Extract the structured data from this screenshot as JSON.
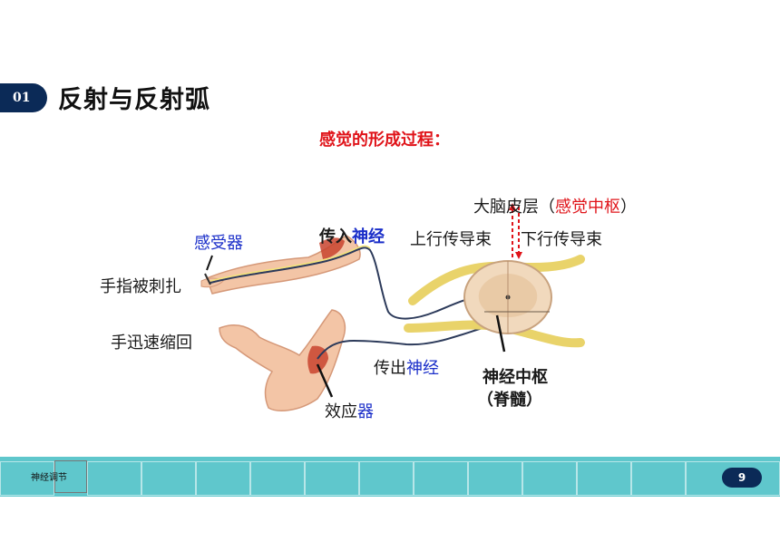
{
  "header": {
    "section_number": "01",
    "title": "反射与反射弧"
  },
  "diagram": {
    "subtitle": "感觉的形成过程：",
    "labels": {
      "cortex_prefix": "大脑皮层（",
      "cortex_center": "感觉中枢",
      "cortex_suffix": "）",
      "ascending_tract": "上行传导束",
      "descending_tract": "下行传导束",
      "receptor": "感受器",
      "finger_pricked": "手指被刺扎",
      "afferent_prefix": "传入",
      "afferent_suffix": "神经",
      "hand_retracts": "手迅速缩回",
      "efferent_prefix": "传出",
      "efferent_suffix": "神经",
      "effector_prefix": "效应",
      "effector_suffix": "器",
      "nerve_center": "神经中枢",
      "spinal_cord": "（脊髓）"
    }
  },
  "footer": {
    "label": "神经调节",
    "page_number": "9"
  },
  "colors": {
    "accent_navy": "#0b2a57",
    "footer_teal": "#5fc7cc",
    "highlight_red": "#e0141a",
    "highlight_blue": "#1b2fc9"
  }
}
